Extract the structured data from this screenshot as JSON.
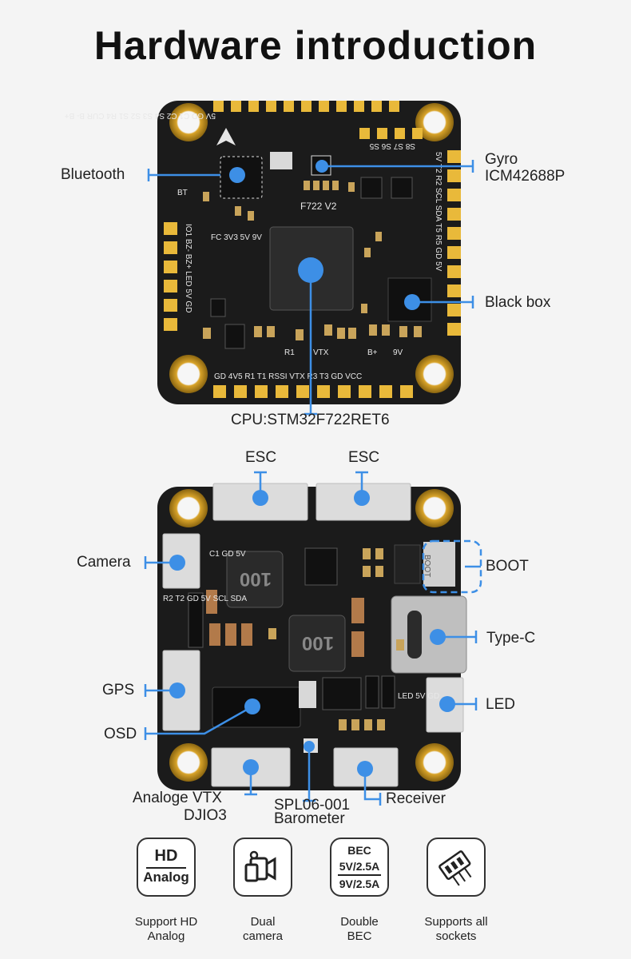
{
  "title": "Hardware introduction",
  "top_board": {
    "labels": {
      "bluetooth": "Bluetooth",
      "gyro_line1": "Gyro",
      "gyro_line2": "ICM42688P",
      "blackbox": "Black box",
      "cpu": "CPU:STM32F722RET6"
    },
    "silkscreen": {
      "top_row": "5V GD C1 C2 S4 S3 S2 S1 R4 CUR B- B+",
      "row2": "S8 S7 S6 S5",
      "right_col": "5V T2 R2 SCL SDA T5 R5 GD 5V",
      "left_col": "IO1 BZ- BZ+ LED 5V GD",
      "bottom_row": "GD 4V5 R1 T1 RSSI VTX R3 T3 GD VCC",
      "fc_text": "FC 3V3 5V 9V",
      "model": "F722 V2",
      "bt": "BT",
      "r1": "R1",
      "vtx": "VTX",
      "bplus": "B+",
      "nine_v": "9V"
    }
  },
  "bottom_board": {
    "labels": {
      "esc1": "ESC",
      "esc2": "ESC",
      "camera": "Camera",
      "boot": "BOOT",
      "typec": "Type-C",
      "gps": "GPS",
      "led": "LED",
      "osd": "OSD",
      "vtx_line1": "Analoge  VTX",
      "vtx_line2": "DJIO3",
      "baro_line1": "SPL06-001",
      "baro_line2": "Barometer",
      "receiver": "Receiver"
    },
    "silkscreen": {
      "cam_pins": "C1 GD 5V",
      "gps_pins": "R2 T2 GD 5V SCL SDA",
      "led_pins": "LED 5V GD",
      "inductor1": "100",
      "inductor2": "100",
      "boot_text": "BOOT"
    }
  },
  "features": [
    {
      "icon": "hd-analog-icon",
      "icon_top": "HD",
      "icon_bottom": "Analog",
      "line1": "Support HD",
      "line2": "Analog"
    },
    {
      "icon": "dual-camera-icon",
      "line1": "Dual",
      "line2": "camera"
    },
    {
      "icon": "bec-icon",
      "icon_l1": "BEC",
      "icon_l2": "5V/2.5A",
      "icon_l3": "9V/2.5A",
      "line1": "Double",
      "line2": "BEC"
    },
    {
      "icon": "socket-connector-icon",
      "line1": "Supports all",
      "line2": "sockets"
    }
  ],
  "colors": {
    "accent": "#3d8fe6",
    "board": "#1b1b1b",
    "pad_gold": "#e9b93a",
    "connector": "#dcdcdc",
    "background": "#f4f4f4"
  }
}
